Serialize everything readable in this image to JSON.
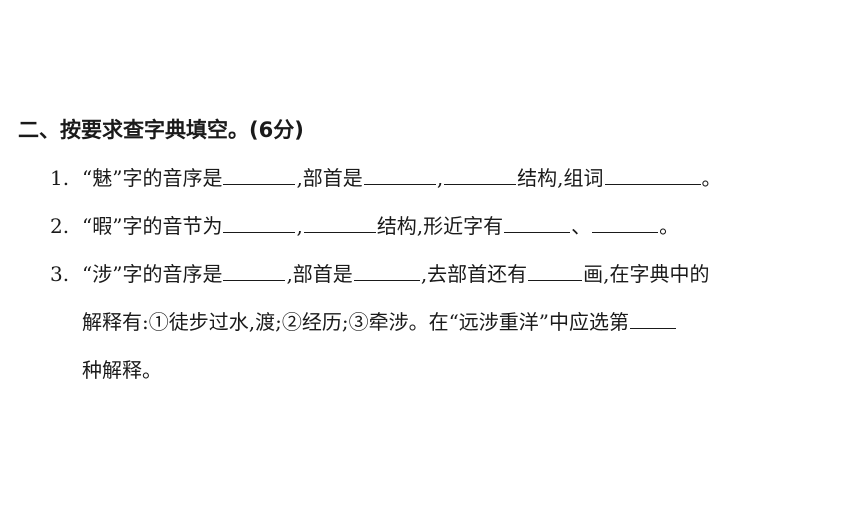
{
  "section": {
    "title": "二、按要求查字典填空。(6分)"
  },
  "questions": [
    {
      "number": "1.",
      "p1": "“魅”字的音序是",
      "p2": ",部首是",
      "p3": ",",
      "p4": "结构,组词",
      "p5": "。"
    },
    {
      "number": "2.",
      "p1": "“暇”字的音节为",
      "p2": ",",
      "p3": "结构,形近字有",
      "p4": "、",
      "p5": "。"
    },
    {
      "number": "3.",
      "p1": "“涉”字的音序是",
      "p2": ",部首是",
      "p3": ",去部首还有",
      "p4": "画,在字典中的",
      "line2": "解释有:①徒步过水,渡;②经历;③牵涉。在“远涉重洋”中应选第",
      "line3": "种解释。"
    }
  ]
}
